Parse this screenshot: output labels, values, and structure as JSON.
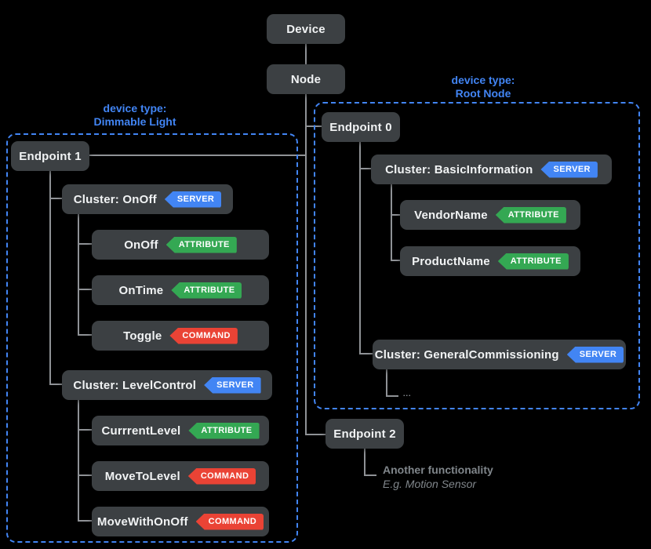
{
  "diagram": {
    "device": {
      "label": "Device"
    },
    "node": {
      "label": "Node"
    },
    "left_group": {
      "title_line1": "device type:",
      "title_line2": "Dimmable Light",
      "endpoint": {
        "label": "Endpoint 1"
      },
      "clusters": [
        {
          "label": "Cluster: OnOff",
          "badge": "SERVER",
          "children": [
            {
              "label": "OnOff",
              "badge": "ATTRIBUTE"
            },
            {
              "label": "OnTime",
              "badge": "ATTRIBUTE"
            },
            {
              "label": "Toggle",
              "badge": "COMMAND"
            }
          ]
        },
        {
          "label": "Cluster: LevelControl",
          "badge": "SERVER",
          "children": [
            {
              "label": "CurrrentLevel",
              "badge": "ATTRIBUTE"
            },
            {
              "label": "MoveToLevel",
              "badge": "COMMAND"
            },
            {
              "label": "MoveWithOnOff",
              "badge": "COMMAND"
            }
          ]
        }
      ]
    },
    "right_group": {
      "title_line1": "device type:",
      "title_line2": "Root Node",
      "endpoint": {
        "label": "Endpoint 0"
      },
      "clusters": [
        {
          "label": "Cluster: BasicInformation",
          "badge": "SERVER",
          "children": [
            {
              "label": "VendorName",
              "badge": "ATTRIBUTE"
            },
            {
              "label": "ProductName",
              "badge": "ATTRIBUTE"
            }
          ]
        },
        {
          "label": "Cluster: GeneralCommissioning",
          "badge": "SERVER",
          "ellipsis": "..."
        }
      ]
    },
    "endpoint2": {
      "label": "Endpoint 2",
      "note_line1": "Another functionality",
      "note_line2": "E.g. Motion Sensor"
    },
    "colors": {
      "background": "#000000",
      "box_bg": "#3c4043",
      "box_text": "#f1f3f4",
      "accent_blue": "#4285f4",
      "badge_server": "#4285f4",
      "badge_attribute": "#34a853",
      "badge_command": "#ea4335",
      "connector": "#8f9296",
      "muted_text": "#80868b"
    }
  }
}
